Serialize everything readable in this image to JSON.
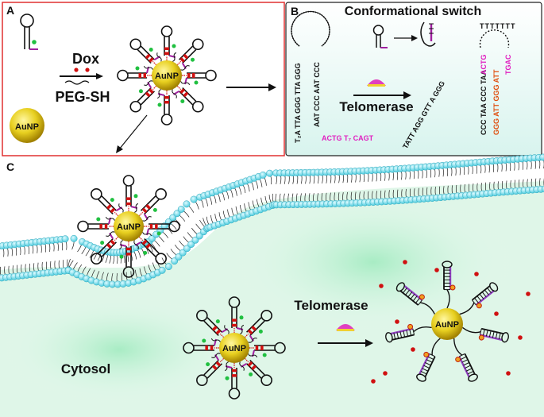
{
  "panels": {
    "a": {
      "letter": "A",
      "reagent1": "Dox",
      "reagent2": "PEG-SH",
      "aunp": "AuNP"
    },
    "b": {
      "letter": "B",
      "title": "Conformational switch",
      "enzyme": "Telomerase",
      "seq_left_stem_a": "T₂A TTA GGG TTA GGG",
      "seq_left_stem_b": "AAT CCC AAT CCC",
      "seq_left_tail": "ACTG T₇ CAGT",
      "seq_loop": "TATT AGG GTT A GGG",
      "seq_right_a": "CCC TAA CCC TAA",
      "seq_right_a_tail": "ACTG",
      "seq_right_b": "GGG ATT GGG ATT",
      "seq_right_b_tail": "TGAC",
      "seq_right_top": "TTTTTTT",
      "colors": {
        "magenta": "#e020c0",
        "orange": "#e05010",
        "black": "#111111"
      }
    },
    "c": {
      "letter": "C",
      "enzyme": "Telomerase",
      "cytosol": "Cytosol",
      "aunp": "AuNP"
    }
  },
  "colors": {
    "gold": "#e8d020",
    "gold_dark": "#b09000",
    "lipid_head": "#7fe0f0",
    "cytosol": "#c8f0d8",
    "panel_border": "#e03030"
  }
}
